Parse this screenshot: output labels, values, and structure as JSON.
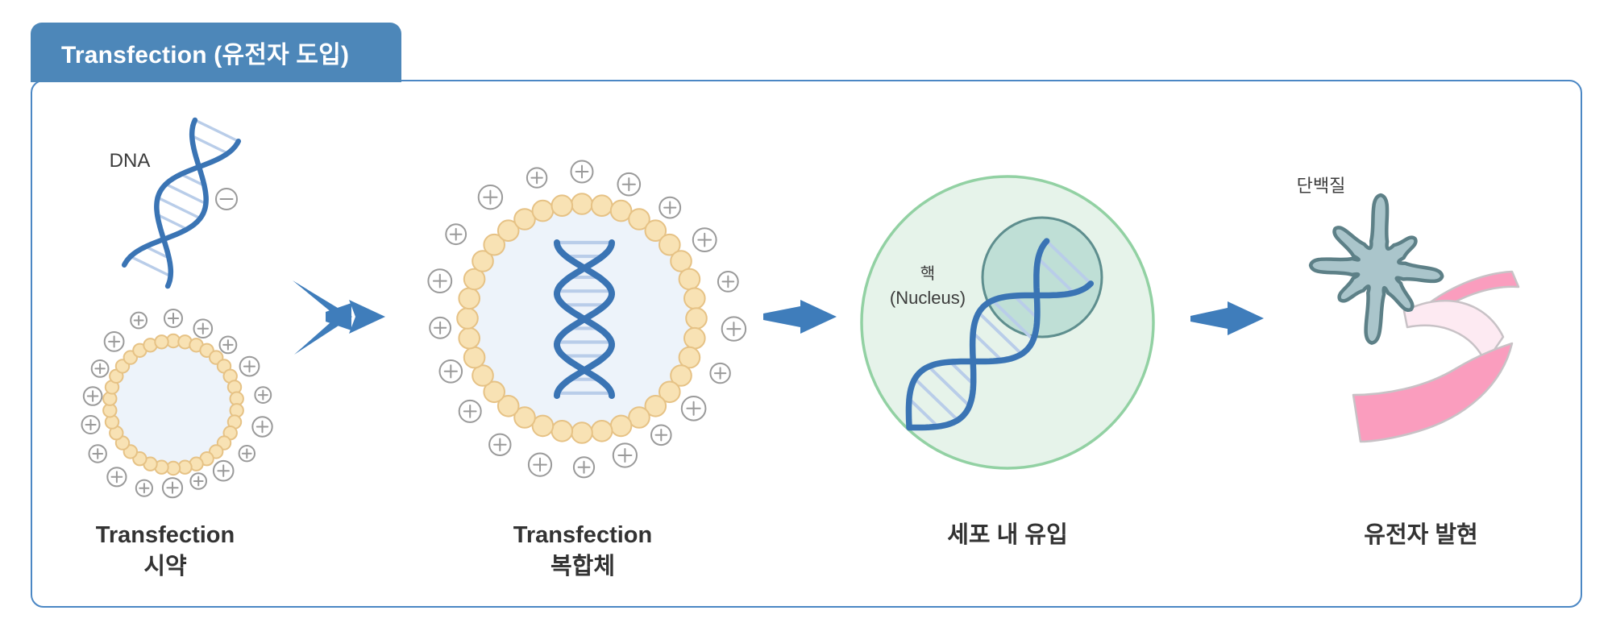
{
  "title_tab": {
    "label": "Transfection (유전자 도입)"
  },
  "labels": {
    "dna": "DNA",
    "nucleus_line1": "핵",
    "nucleus_line2": "(Nucleus)",
    "protein": "단백질"
  },
  "stages": [
    {
      "name": "transfection-reagent",
      "caption_line1": "Transfection",
      "caption_line2": "시약"
    },
    {
      "name": "transfection-complex",
      "caption_line1": "Transfection",
      "caption_line2": "복합체"
    },
    {
      "name": "cell-entry",
      "caption_line1": "세포 내 유입",
      "caption_line2": ""
    },
    {
      "name": "gene-expression",
      "caption_line1": "유전자 발현",
      "caption_line2": ""
    }
  ],
  "icons": {
    "plus_charge": "+",
    "minus_charge": "−",
    "arrow": "→"
  },
  "figure": {
    "reagent_plus_count": 18,
    "complex_plus_count": 20
  },
  "colors": {
    "tab_blue": "#4d87b9",
    "border_blue": "#4b87c4",
    "arrow_blue": "#3f7dbb",
    "dna_blue": "#3a74b4",
    "dna_rung": "#b9cde9",
    "bead_fill": "#f8e2b4",
    "bead_stroke": "#e6c285",
    "liposome_fill": "#edf3fa",
    "charge_gray": "#9a9a9a",
    "cell_fill": "#e6f3ea",
    "cell_stroke": "#92d1a3",
    "nucleus_fill": "#bfdfd6",
    "nucleus_stroke": "#5e8e8e",
    "protein_fill": "#aac5cb",
    "protein_stroke": "#5d8087",
    "ribbon_pink": "#fa9dbe",
    "ribbon_light": "#fdeaf2",
    "ribbon_stroke": "#c8c2c6",
    "label_dark": "#333333"
  }
}
